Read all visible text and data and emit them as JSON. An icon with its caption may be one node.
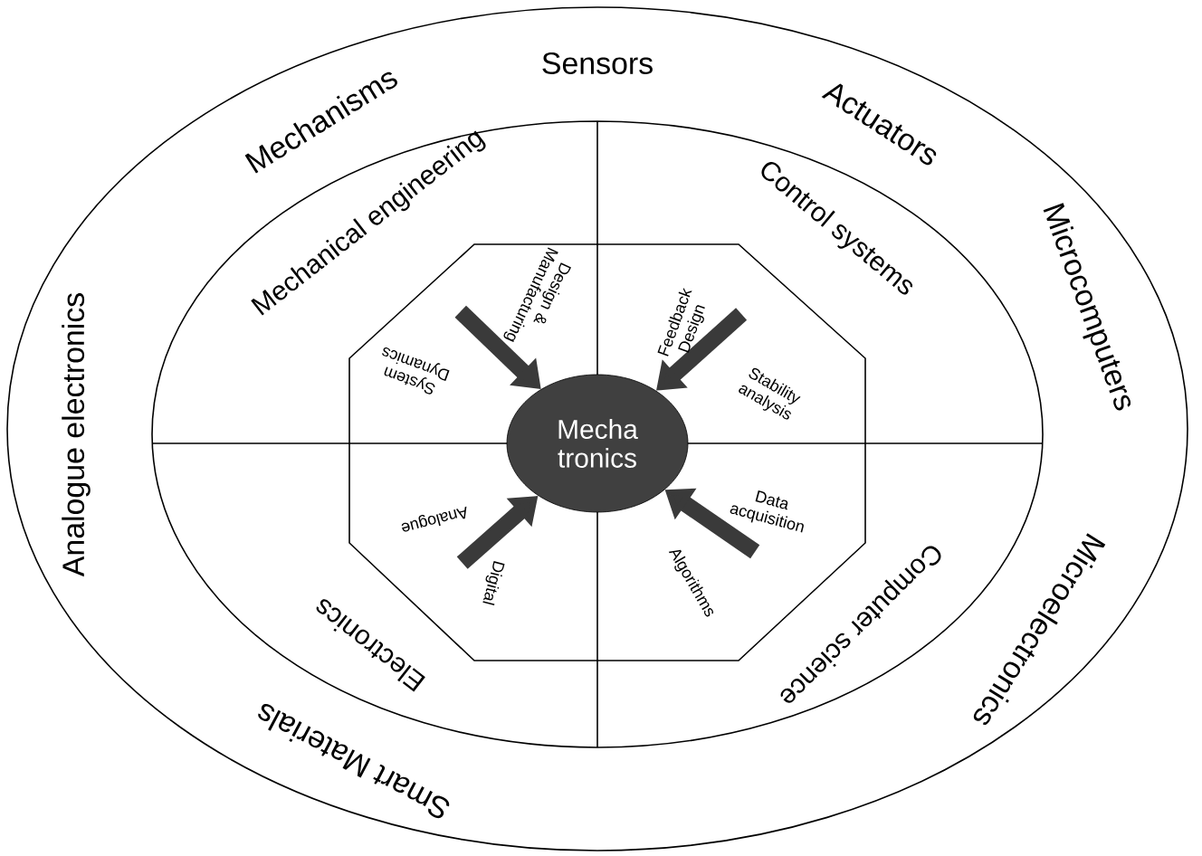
{
  "diagram": {
    "nodes": [
      {
        "text": [
          "Mecha tronics"
        ]
      },
      {
        "text": [
          "Mechanical engineering"
        ]
      },
      {
        "text": [
          "Control systems"
        ]
      },
      {
        "text": [
          "Computer science"
        ]
      },
      {
        "text": [
          "Electronics"
        ]
      }
    ],
    "edges": [
      {
        "from": 1,
        "to": 0,
        "arrow": "to"
      },
      {
        "from": 2,
        "to": 0,
        "arrow": "to"
      },
      {
        "from": 3,
        "to": 0,
        "arrow": "to"
      },
      {
        "from": 4,
        "to": 0,
        "arrow": "to"
      }
    ],
    "labels": [
      "Mechanisms",
      "Sensors",
      "Actuators",
      "Microcomputers",
      "Microelectronics",
      "Smart Materials",
      "Analogue electronics",
      "Design & Manufacturing",
      "System Dynamics",
      "Feedback Design",
      "Stability analysis",
      "Data acquisition",
      "Algorithms",
      "Digital",
      "Analogue"
    ]
  }
}
